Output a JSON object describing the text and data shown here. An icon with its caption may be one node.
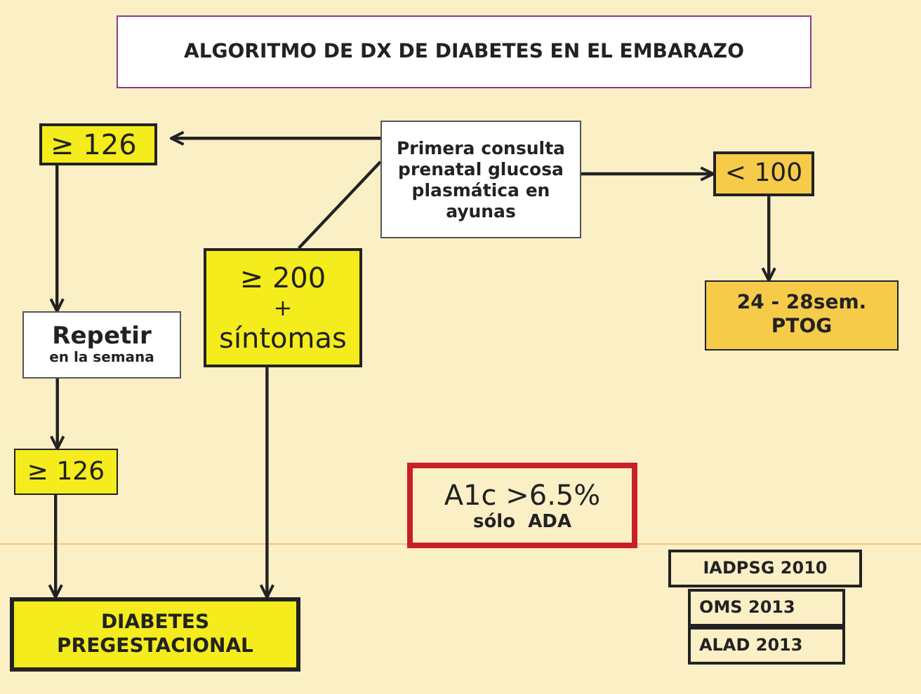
{
  "diagram": {
    "title": "ALGORITMO DE DX DE DIABETES EN EL EMBARAZO",
    "nodes": [
      {
        "text": [
          "≥ 126"
        ]
      },
      {
        "text": [
          "Primera consulta prenatal glucosa plasmática en ayunas"
        ]
      },
      {
        "text": [
          "< 100"
        ]
      },
      {
        "text": [
          "≥ 200",
          "+",
          "síntomas"
        ]
      },
      {
        "text": [
          "24 - 28sem. PTOG"
        ]
      },
      {
        "text": [
          "Repetir",
          "en la semana"
        ]
      },
      {
        "text": [
          "≥ 126"
        ]
      },
      {
        "text": [
          "DIABETES PREGESTACIONAL"
        ]
      },
      {
        "text": [
          "A1c >6.5%",
          "sólo  ADA"
        ]
      },
      {
        "text": [
          "IADPSG 2010"
        ]
      },
      {
        "text": [
          "OMS 2013"
        ]
      },
      {
        "text": [
          "ALAD 2013"
        ]
      }
    ],
    "edges": [
      {
        "from": 1,
        "to": 0,
        "arrow": "to"
      },
      {
        "from": 1,
        "to": 2,
        "arrow": "to"
      },
      {
        "from": 1,
        "to": 3,
        "arrow": "none"
      },
      {
        "from": 2,
        "to": 4,
        "arrow": "to"
      },
      {
        "from": 0,
        "to": 5,
        "arrow": "to"
      },
      {
        "from": 5,
        "to": 6,
        "arrow": "to"
      },
      {
        "from": 6,
        "to": 7,
        "arrow": "to"
      },
      {
        "from": 3,
        "to": 7,
        "arrow": "to"
      }
    ]
  }
}
